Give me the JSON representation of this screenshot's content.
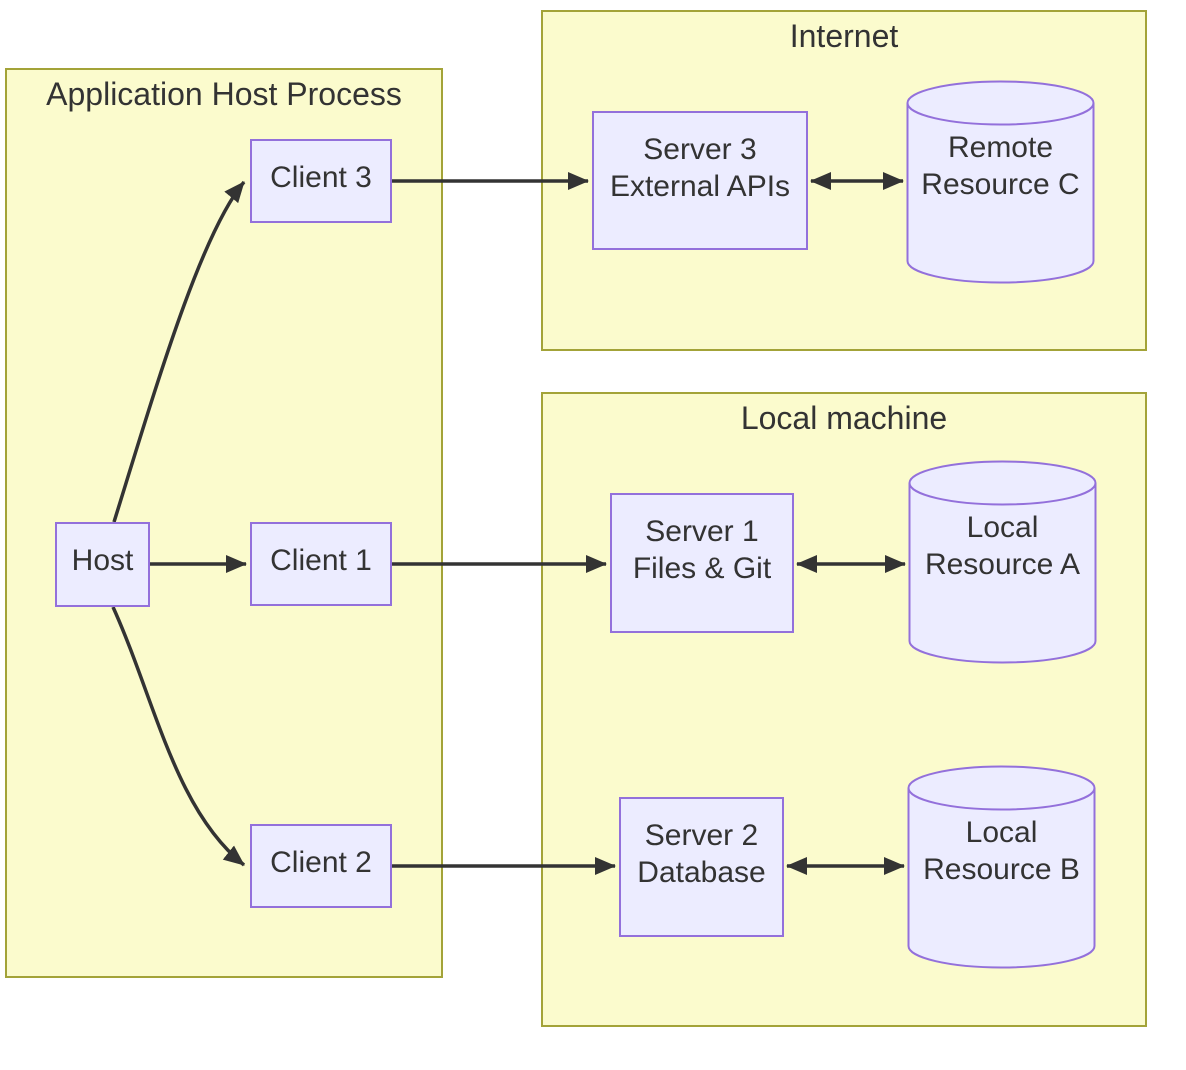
{
  "diagram": {
    "clusters": {
      "app": {
        "title": "Application Host Process"
      },
      "internet": {
        "title": "Internet"
      },
      "local": {
        "title": "Local machine"
      }
    },
    "nodes": {
      "host": {
        "label": "Host"
      },
      "client1": {
        "label": "Client 1"
      },
      "client2": {
        "label": "Client 2"
      },
      "client3": {
        "label": "Client 3"
      },
      "server3": {
        "line1": "Server 3",
        "line2": "External APIs"
      },
      "server1": {
        "line1": "Server 1",
        "line2": "Files & Git"
      },
      "server2": {
        "line1": "Server 2",
        "line2": "Database"
      },
      "resourceC": {
        "line1": "Remote",
        "line2": "Resource C"
      },
      "resourceA": {
        "line1": "Local",
        "line2": "Resource A"
      },
      "resourceB": {
        "line1": "Local",
        "line2": "Resource B"
      }
    },
    "edges": [
      {
        "from": "Host",
        "to": "Client 3",
        "type": "arrow"
      },
      {
        "from": "Host",
        "to": "Client 1",
        "type": "arrow"
      },
      {
        "from": "Host",
        "to": "Client 2",
        "type": "arrow"
      },
      {
        "from": "Client 3",
        "to": "Server 3 External APIs",
        "type": "arrow"
      },
      {
        "from": "Client 1",
        "to": "Server 1 Files & Git",
        "type": "arrow"
      },
      {
        "from": "Client 2",
        "to": "Server 2 Database",
        "type": "arrow"
      },
      {
        "from": "Server 3 External APIs",
        "to": "Remote Resource C",
        "type": "bidirectional"
      },
      {
        "from": "Server 1 Files & Git",
        "to": "Local Resource A",
        "type": "bidirectional"
      },
      {
        "from": "Server 2 Database",
        "to": "Local Resource B",
        "type": "bidirectional"
      }
    ],
    "colors": {
      "cluster_fill": "#fbfbcd",
      "cluster_border": "#a3a338",
      "node_fill": "#ECECFF",
      "node_border": "#9370DB",
      "edge": "#333333",
      "text": "#333333",
      "background": "#ffffff"
    }
  }
}
